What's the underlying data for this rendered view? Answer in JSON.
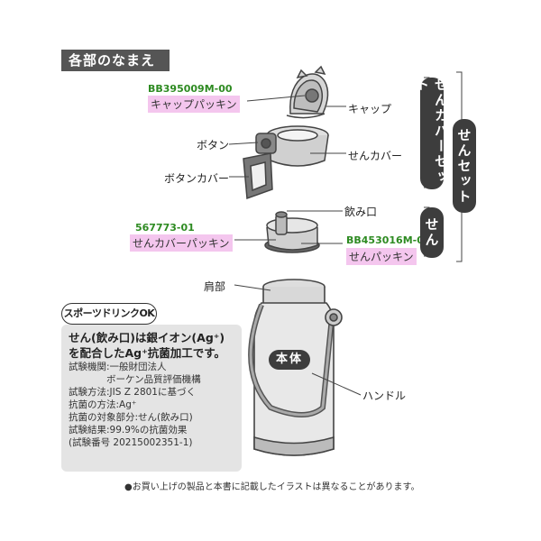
{
  "header": {
    "title": "各部のなまえ"
  },
  "parts": {
    "cap_code": "BB395009M-00",
    "cap_packing": "キャップパッキン",
    "cap": "キャップ",
    "button": "ボタン",
    "button_cover": "ボタンカバー",
    "plug_cover": "せんカバー",
    "mouth": "飲み口",
    "plug_cover_packing_code": "567773-01",
    "plug_cover_packing": "せんカバーパッキン",
    "plug_packing_code": "BB453016M-00",
    "plug_packing": "せんパッキン",
    "shoulder": "肩部",
    "body": "本体",
    "handle": "ハンドル"
  },
  "groups": {
    "plug_cover_set": "せんカバーセット",
    "plug_set": "せんセット",
    "plug": "せん"
  },
  "sports_badge": "スポーツドリンクOK",
  "info": {
    "headline": "せん(飲み口)は銀イオン(Ag⁺)を配合したAg⁺抗菌加工です。",
    "lines": [
      "試験機関:一般財団法人",
      "　　　　ボーケン品質評価機構",
      "試験方法:JIS Z 2801に基づく",
      "抗菌の方法:Ag⁺",
      "抗菌の対象部分:せん(飲み口)",
      "試験結果:99.9%の抗菌効果",
      "(試験番号 20215002351-1)"
    ]
  },
  "footnote": "●お買い上げの製品と本書に記載したイラストは異なることがあります。",
  "colors": {
    "code_green": "#2e8b22",
    "label_pink": "#f4c6ee",
    "badge_dark": "#3d3d3d",
    "info_gray": "#e4e4e4"
  }
}
